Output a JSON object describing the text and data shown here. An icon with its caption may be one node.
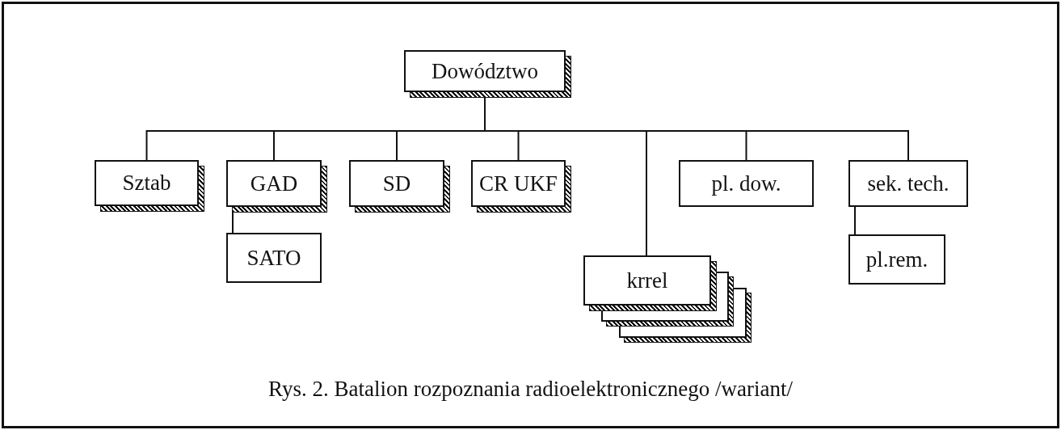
{
  "diagram": {
    "caption": "Rys. 2. Batalion rozpoznania radioelektronicznego /wariant/",
    "nodes": [
      {
        "text": [
          "Dowództwo"
        ]
      },
      {
        "text": [
          "Sztab"
        ]
      },
      {
        "text": [
          "GAD"
        ]
      },
      {
        "text": [
          "SD"
        ]
      },
      {
        "text": [
          "CR UKF"
        ]
      },
      {
        "text": [
          "krrel"
        ]
      },
      {
        "text": [
          "pl. dow."
        ]
      },
      {
        "text": [
          "sek. tech."
        ]
      },
      {
        "text": [
          "SATO"
        ]
      },
      {
        "text": [
          "pl.rem."
        ]
      }
    ],
    "edges": [
      {
        "from": 0,
        "to": 1,
        "arrow": "none"
      },
      {
        "from": 0,
        "to": 2,
        "arrow": "none"
      },
      {
        "from": 0,
        "to": 3,
        "arrow": "none"
      },
      {
        "from": 0,
        "to": 4,
        "arrow": "none"
      },
      {
        "from": 0,
        "to": 5,
        "arrow": "none"
      },
      {
        "from": 0,
        "to": 6,
        "arrow": "none"
      },
      {
        "from": 0,
        "to": 7,
        "arrow": "none"
      },
      {
        "from": 2,
        "to": 8,
        "arrow": "none"
      },
      {
        "from": 7,
        "to": 9,
        "arrow": "none"
      }
    ]
  }
}
